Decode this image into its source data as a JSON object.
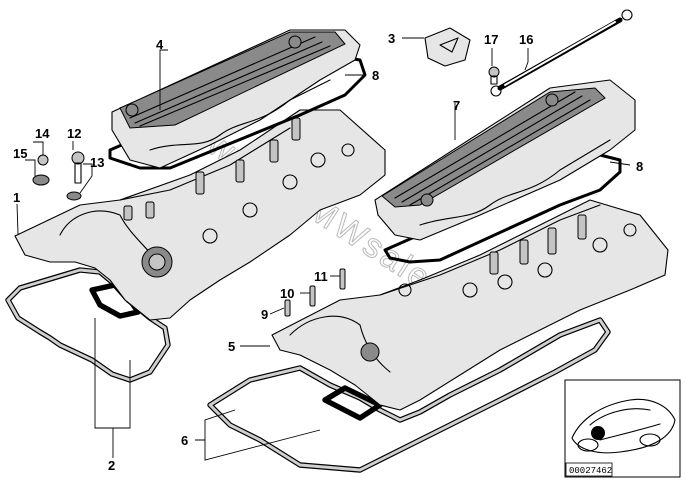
{
  "watermark": "www.BMWsale.pl",
  "reference_code": "00027462",
  "callouts": {
    "c1": "1",
    "c2": "2",
    "c3": "3",
    "c4": "4",
    "c5": "5",
    "c6": "6",
    "c7": "7",
    "c8a": "8",
    "c8b": "8",
    "c9": "9",
    "c10": "10",
    "c11": "11",
    "c12": "12",
    "c13": "13",
    "c14": "14",
    "c15": "15",
    "c16": "16",
    "c17": "17"
  },
  "colors": {
    "line": "#000000",
    "shade": "#e6e6e6",
    "dark": "#8a8a8a",
    "watermark": "#b9b9b9"
  }
}
